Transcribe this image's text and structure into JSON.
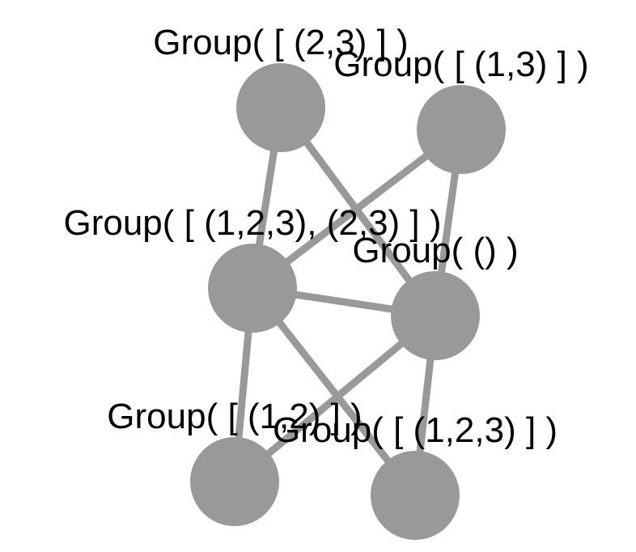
{
  "colors": {
    "node": "#999999",
    "edge": "#999999",
    "label": "#000000"
  },
  "nodes": [
    {
      "id": "n0",
      "label": "Group( [ (2,3) ] )"
    },
    {
      "id": "n1",
      "label": "Group( [ (1,3) ] )"
    },
    {
      "id": "n2",
      "label": "Group( [ (1,2,3), (2,3) ] )"
    },
    {
      "id": "n3",
      "label": "Group( () )"
    },
    {
      "id": "n4",
      "label": "Group( [ (1,2) ] )"
    },
    {
      "id": "n5",
      "label": "Group( [ (1,2,3) ] )"
    }
  ],
  "edges": [
    [
      "n0",
      "n2"
    ],
    [
      "n0",
      "n3"
    ],
    [
      "n1",
      "n2"
    ],
    [
      "n1",
      "n3"
    ],
    [
      "n2",
      "n3"
    ],
    [
      "n2",
      "n4"
    ],
    [
      "n2",
      "n5"
    ],
    [
      "n3",
      "n4"
    ],
    [
      "n3",
      "n5"
    ]
  ]
}
